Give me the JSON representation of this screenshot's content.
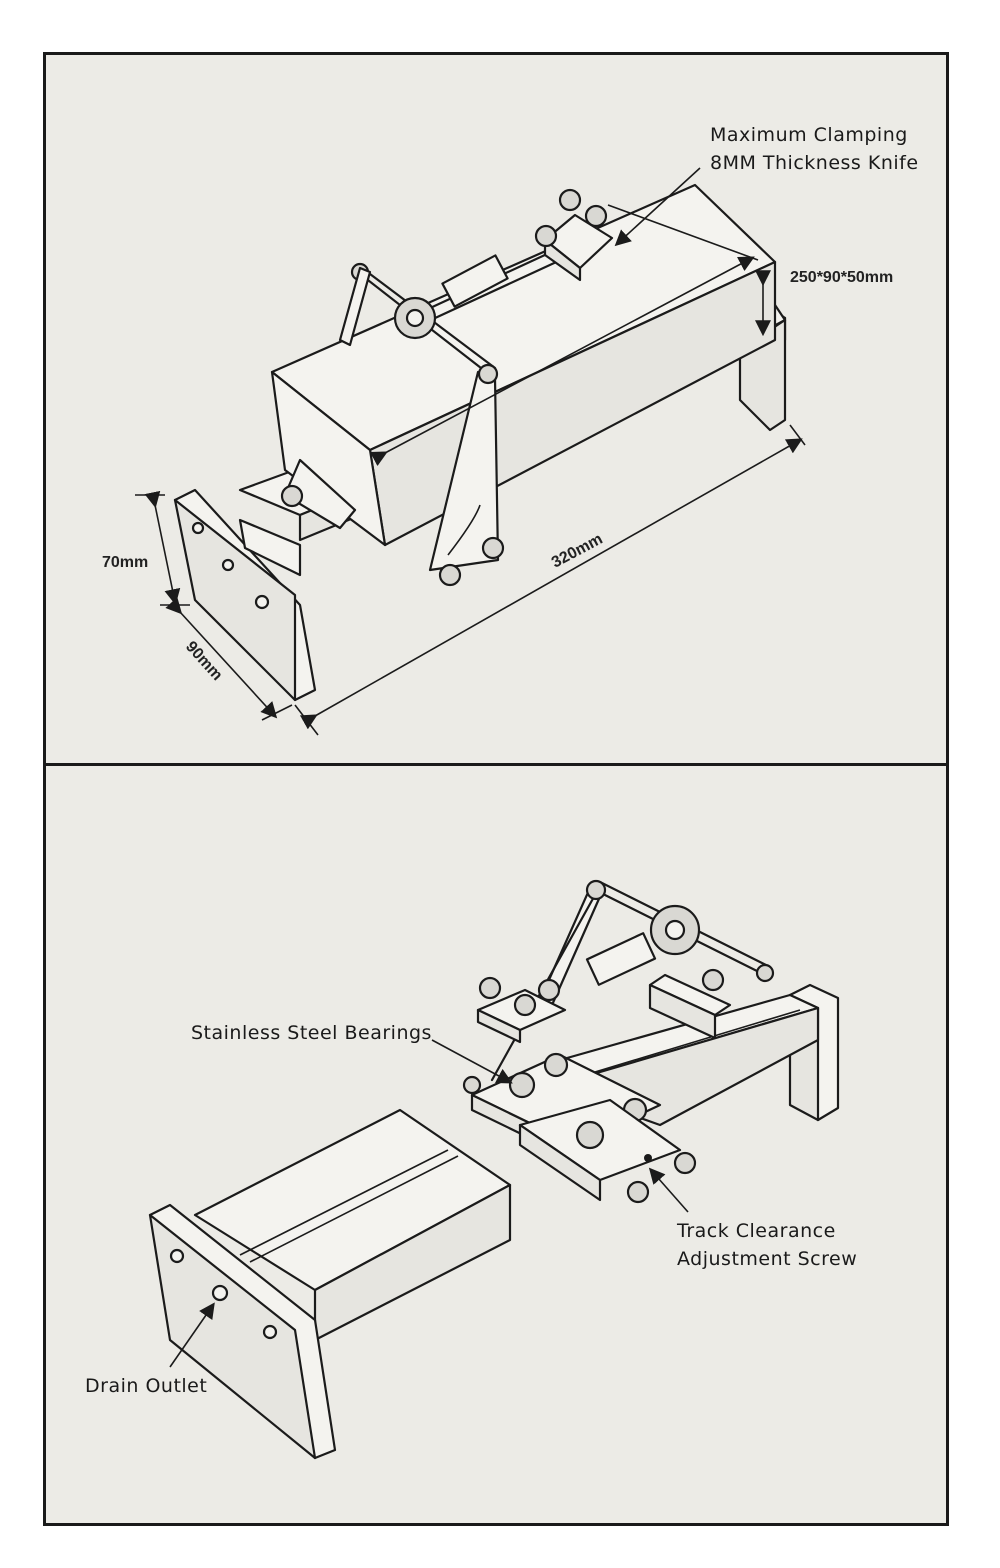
{
  "top_panel": {
    "callout_knife_line1": "Maximum Clamping",
    "callout_knife_line2": "8MM Thickness Knife",
    "dim_box": "250*90*50mm",
    "dim_length": "320mm",
    "dim_height": "70mm",
    "dim_width": "90mm"
  },
  "bottom_panel": {
    "callout_bearings": "Stainless Steel Bearings",
    "callout_screw_line1": "Track Clearance",
    "callout_screw_line2": "Adjustment Screw",
    "callout_drain": "Drain Outlet"
  }
}
